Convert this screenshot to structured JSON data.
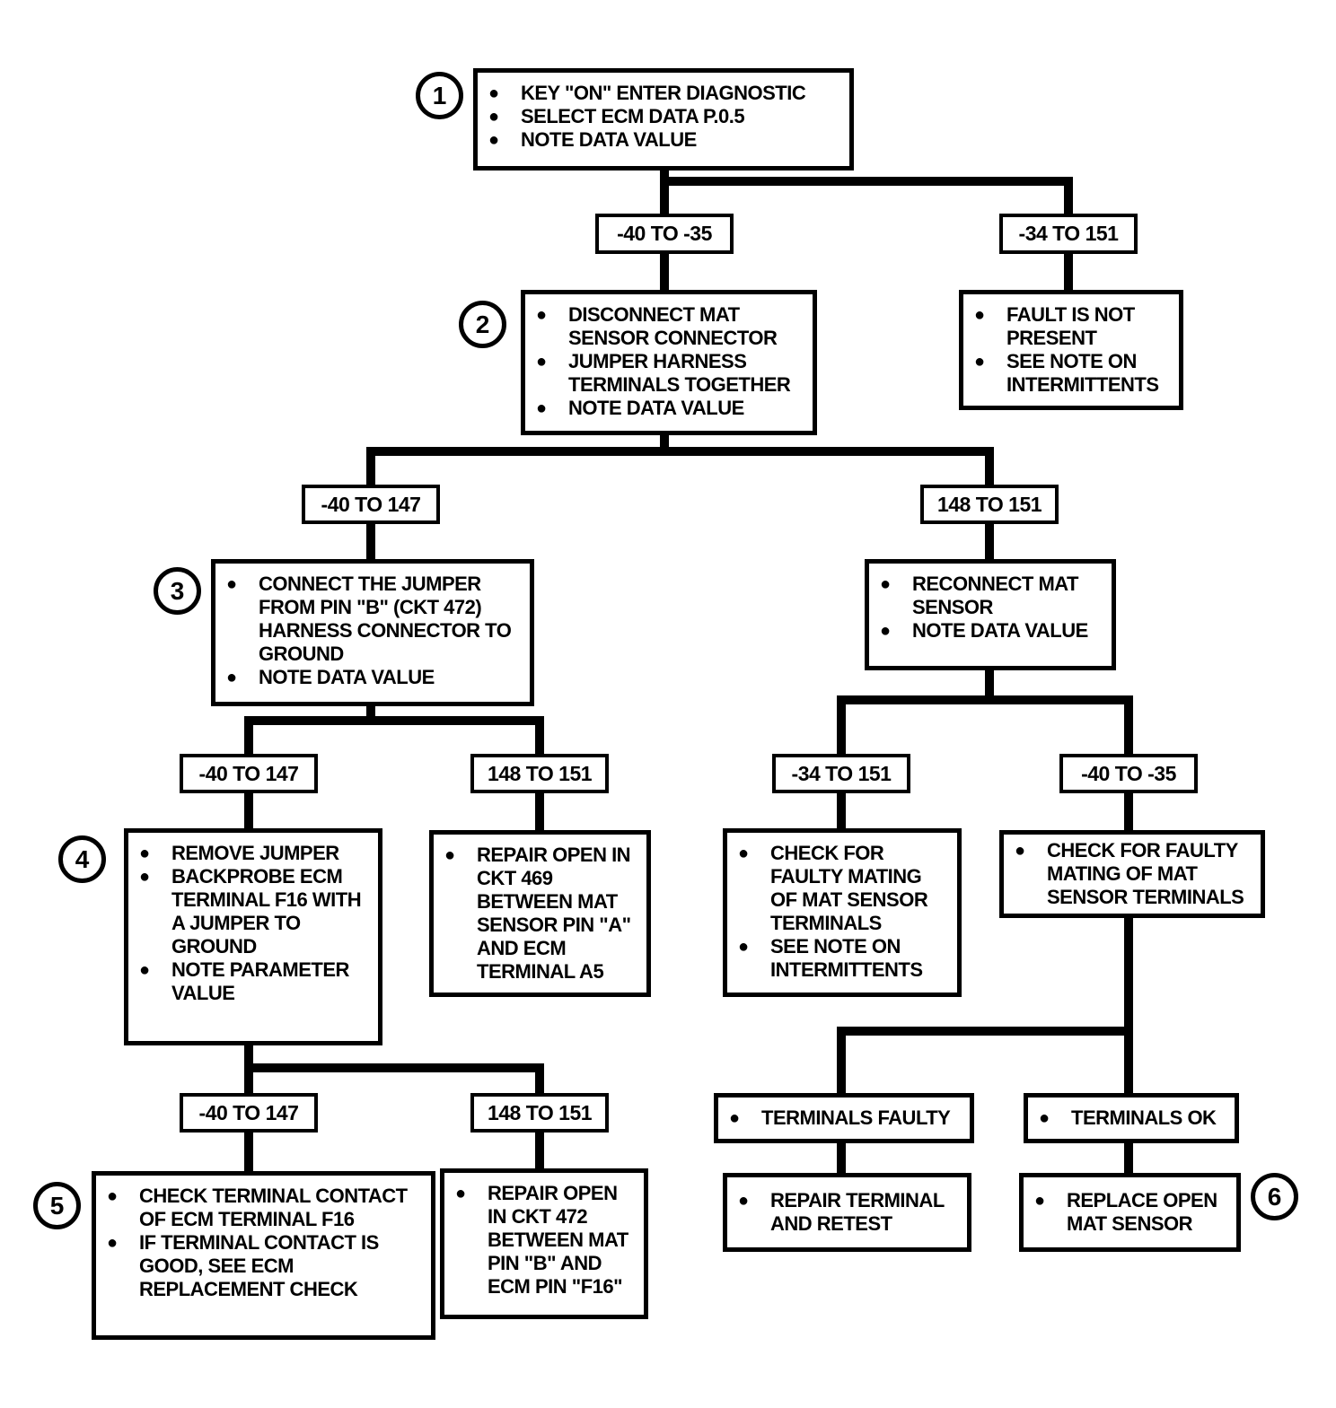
{
  "glyphs": {
    "bullet": "●"
  },
  "circles": {
    "c1": "1",
    "c2": "2",
    "c3": "3",
    "c4": "4",
    "c5": "5",
    "c6": "6"
  },
  "boxes": {
    "step1": {
      "bullets": [
        "KEY \"ON\" ENTER DIAGNOSTIC",
        "SELECT ECM DATA P.0.5",
        "NOTE DATA VALUE"
      ]
    },
    "step2": {
      "bullets": [
        "DISCONNECT MAT SENSOR CONNECTOR",
        "JUMPER HARNESS TERMINALS TOGETHER",
        "NOTE DATA VALUE"
      ]
    },
    "fault_not_present": {
      "bullets": [
        "FAULT IS NOT PRESENT",
        "SEE NOTE ON INTERMITTENTS"
      ]
    },
    "step3": {
      "bullets": [
        "CONNECT THE JUMPER FROM PIN \"B\" (CKT 472) HARNESS CONNECTOR TO GROUND",
        "NOTE DATA VALUE"
      ]
    },
    "reconnect": {
      "bullets": [
        "RECONNECT MAT SENSOR",
        "NOTE DATA VALUE"
      ]
    },
    "step4": {
      "bullets": [
        "REMOVE JUMPER",
        "BACKPROBE ECM TERMINAL F16 WITH A JUMPER TO GROUND",
        "NOTE PARAMETER VALUE"
      ]
    },
    "repair_ckt469": {
      "bullets": [
        "REPAIR OPEN IN CKT 469 BETWEEN MAT SENSOR PIN \"A\" AND ECM TERMINAL A5"
      ]
    },
    "check_mating_left": {
      "bullets": [
        "CHECK FOR FAULTY MATING OF MAT SENSOR TERMINALS",
        "SEE NOTE ON INTERMITTENTS"
      ]
    },
    "check_mating_right": {
      "bullets": [
        "CHECK FOR FAULTY MATING OF MAT SENSOR TERMINALS"
      ]
    },
    "terminals_faulty": {
      "bullets": [
        "TERMINALS FAULTY"
      ]
    },
    "terminals_ok": {
      "bullets": [
        "TERMINALS OK"
      ]
    },
    "step5": {
      "bullets": [
        "CHECK TERMINAL CONTACT OF ECM TERMINAL F16",
        "IF TERMINAL CONTACT IS GOOD, SEE ECM REPLACEMENT CHECK"
      ]
    },
    "repair_ckt472": {
      "bullets": [
        "REPAIR OPEN IN CKT 472 BETWEEN MAT PIN \"B\" AND ECM PIN \"F16\""
      ]
    },
    "repair_terminal": {
      "bullets": [
        "REPAIR TERMINAL AND RETEST"
      ]
    },
    "replace_sensor": {
      "bullets": [
        "REPLACE OPEN MAT SENSOR"
      ]
    }
  },
  "range_labels": {
    "l2_left": "-40 TO -35",
    "l2_right": "-34 TO 151",
    "l3_left": "-40 TO 147",
    "l3_right": "148 TO 151",
    "l4_far_left": "-40 TO 147",
    "l4_mid_left": "148 TO 151",
    "l4_mid_right": "-34 TO 151",
    "l4_far_right": "-40 TO -35",
    "l5_left": "-40 TO 147",
    "l5_right": "148 TO 151"
  },
  "colors": {
    "line": "#000000",
    "background": "#ffffff"
  }
}
